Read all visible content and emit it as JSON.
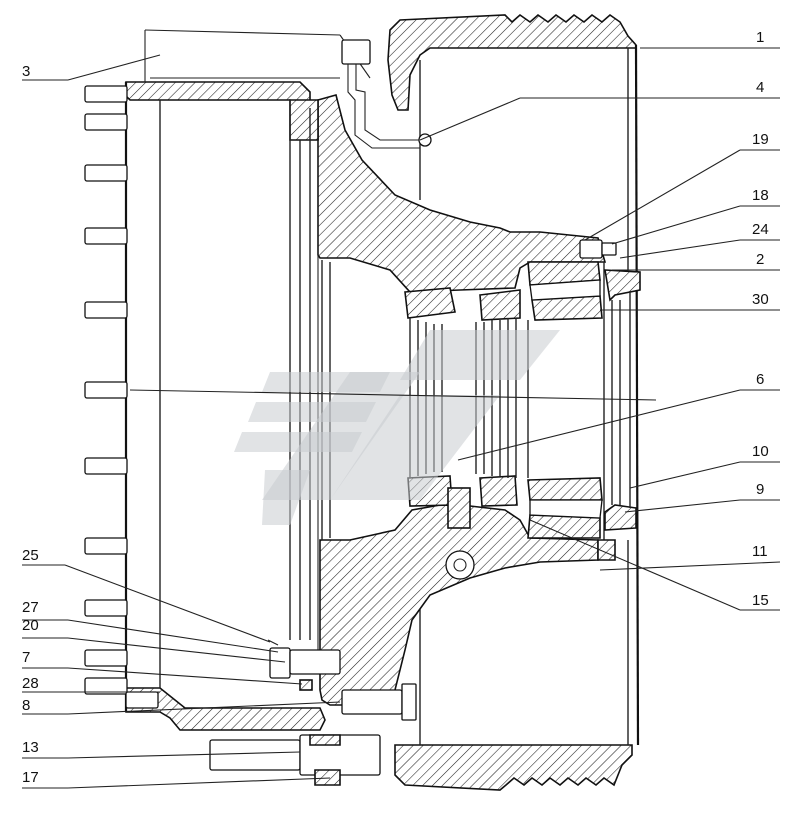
{
  "diagram": {
    "callouts": [
      {
        "id": "1",
        "text": "1"
      },
      {
        "id": "2",
        "text": "2"
      },
      {
        "id": "3",
        "text": "3"
      },
      {
        "id": "4",
        "text": "4"
      },
      {
        "id": "6",
        "text": "6"
      },
      {
        "id": "7",
        "text": "7"
      },
      {
        "id": "8",
        "text": "8"
      },
      {
        "id": "9",
        "text": "9"
      },
      {
        "id": "10",
        "text": "10"
      },
      {
        "id": "11",
        "text": "11"
      },
      {
        "id": "13",
        "text": "13"
      },
      {
        "id": "15",
        "text": "15"
      },
      {
        "id": "17",
        "text": "17"
      },
      {
        "id": "18",
        "text": "18"
      },
      {
        "id": "19",
        "text": "19"
      },
      {
        "id": "20",
        "text": "20"
      },
      {
        "id": "24",
        "text": "24"
      },
      {
        "id": "25",
        "text": "25"
      },
      {
        "id": "27",
        "text": "27"
      },
      {
        "id": "28",
        "text": "28"
      },
      {
        "id": "30",
        "text": "30"
      }
    ],
    "watermark_icon": "gaz-logo-watermark",
    "colors": {
      "line": "#111111",
      "watermark": "#c9cccf",
      "background": "#ffffff"
    }
  }
}
